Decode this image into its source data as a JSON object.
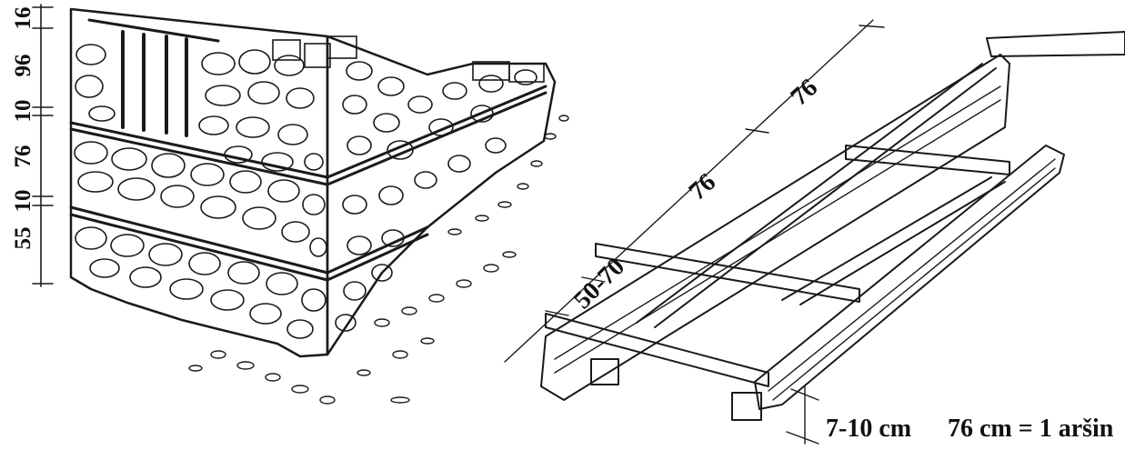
{
  "left_dimensions": {
    "label_1": "16",
    "label_2": "96",
    "label_3": "10",
    "label_4": "76",
    "label_5": "10",
    "label_6": "55"
  },
  "right_dimensions": {
    "upper_span": "76",
    "lower_span": "76",
    "width": "50-70"
  },
  "footer": {
    "thickness": "7-10 cm",
    "conversion": "76 cm = 1 aršin"
  }
}
